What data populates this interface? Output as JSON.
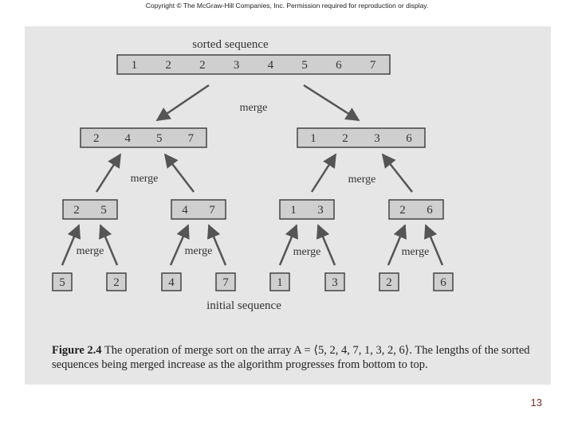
{
  "header": {
    "copyright": "Copyright © The McGraw-Hill Companies, Inc. Permission required for reproduction or display."
  },
  "diagram": {
    "top_label": "sorted sequence",
    "bottom_label": "initial sequence",
    "merge_label": "merge",
    "levels": [
      {
        "cells": [
          [
            "1",
            "2",
            "2",
            "3",
            "4",
            "5",
            "6",
            "7"
          ]
        ]
      },
      {
        "cells": [
          [
            "2",
            "4",
            "5",
            "7"
          ],
          [
            "1",
            "2",
            "3",
            "6"
          ]
        ]
      },
      {
        "cells": [
          [
            "2",
            "5"
          ],
          [
            "4",
            "7"
          ],
          [
            "1",
            "3"
          ],
          [
            "2",
            "6"
          ]
        ]
      },
      {
        "cells": [
          [
            "5"
          ],
          [
            "2"
          ],
          [
            "4"
          ],
          [
            "7"
          ],
          [
            "1"
          ],
          [
            "3"
          ],
          [
            "2"
          ],
          [
            "6"
          ]
        ]
      }
    ]
  },
  "caption": {
    "figure_label": "Figure 2.4",
    "text": "The operation of merge sort on the array A = ⟨5, 2, 4, 7, 1, 3, 2, 6⟩. The lengths of the sorted sequences being merged increase as the algorithm progresses from bottom to top."
  },
  "page": {
    "number": "13"
  }
}
